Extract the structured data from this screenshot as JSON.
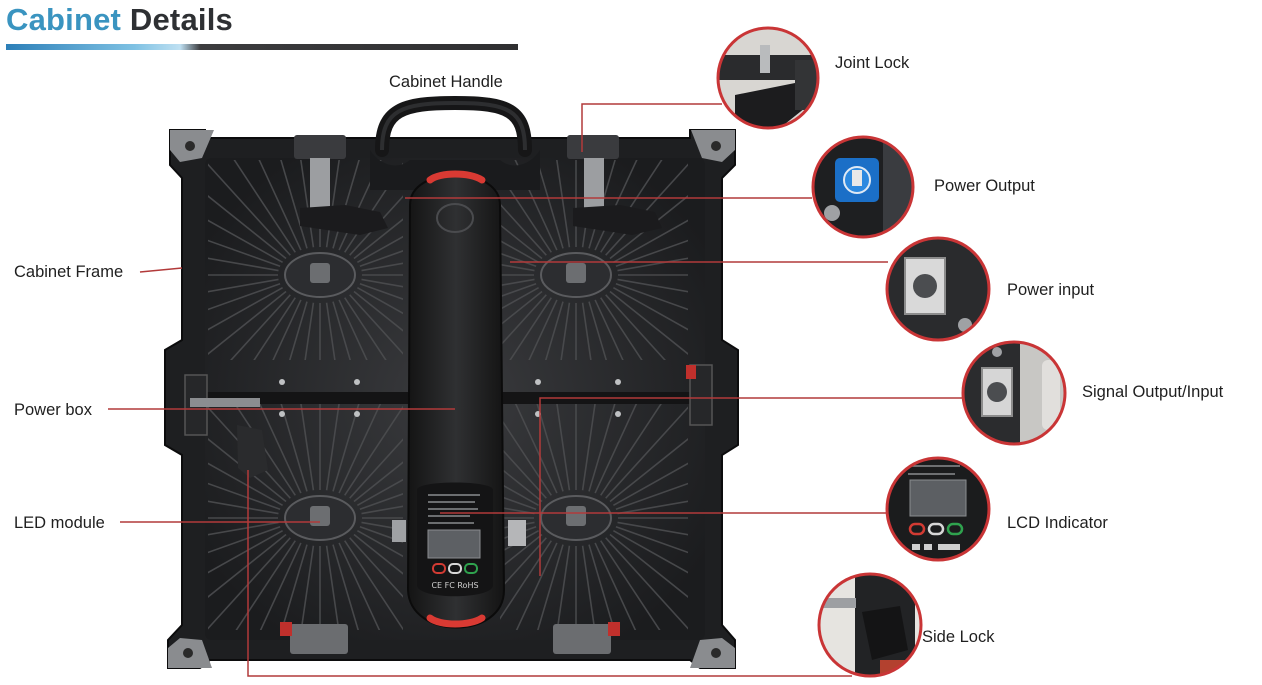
{
  "header": {
    "title_part1": "Cabinet",
    "title_part2": "Details"
  },
  "labels": {
    "cabinet_handle": "Cabinet Handle",
    "joint_lock": "Joint Lock",
    "power_output": "Power Output",
    "power_input": "Power input",
    "signal_io": "Signal Output/Input",
    "lcd_indicator": "LCD Indicator",
    "side_lock": "Side Lock",
    "cabinet_frame": "Cabinet Frame",
    "power_box": "Power box",
    "led_module": "LED module"
  },
  "power_box_panel": {
    "cert_marks": "CE FC RoHS"
  },
  "colors": {
    "accent_blue": "#3a94c0",
    "title_dark": "#2e3033",
    "callout_line": "#b23a3a",
    "cabinet_body": "#1e1f21"
  }
}
